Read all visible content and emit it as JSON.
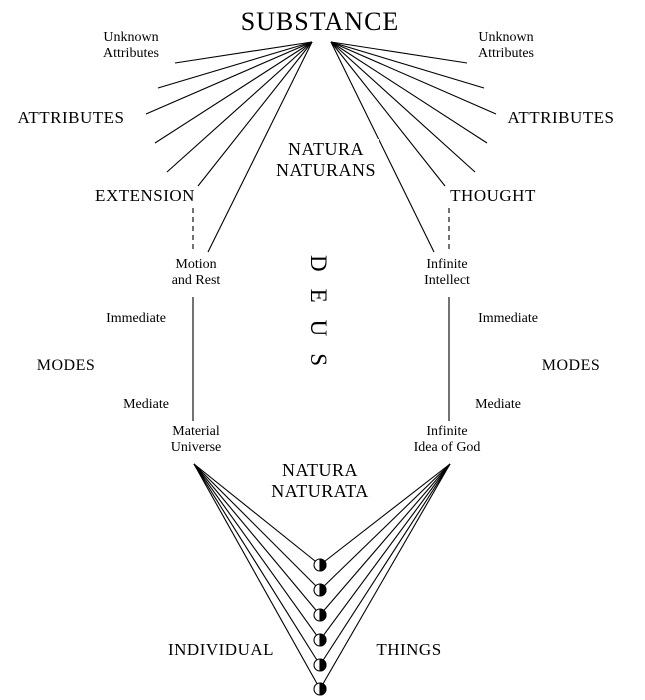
{
  "diagram": {
    "substance": "SUBSTANCE",
    "center": {
      "natura_naturans": "NATURA\nNATURANS",
      "deus": "DEUS",
      "natura_naturata": "NATURA\nNATURATA",
      "individual": "INDIVIDUAL",
      "things": "THINGS"
    },
    "left": {
      "unknown_attributes": "Unknown\nAttributes",
      "attributes": "ATTRIBUTES",
      "extension": "EXTENSION",
      "first_mode": "Motion\nand Rest",
      "immediate": "Immediate",
      "modes": "MODES",
      "mediate": "Mediate",
      "mediate_mode": "Material\nUniverse"
    },
    "right": {
      "unknown_attributes": "Unknown\nAttributes",
      "attributes": "ATTRIBUTES",
      "thought": "THOUGHT",
      "first_mode": "Infinite\nIntellect",
      "immediate": "Immediate",
      "modes": "MODES",
      "mediate": "Mediate",
      "mediate_mode": "Infinite\nIdea of God"
    },
    "icons": {
      "individual_thing_node": "half-filled-circle"
    },
    "colors": {
      "ink": "#000000",
      "background": "#ffffff"
    }
  }
}
